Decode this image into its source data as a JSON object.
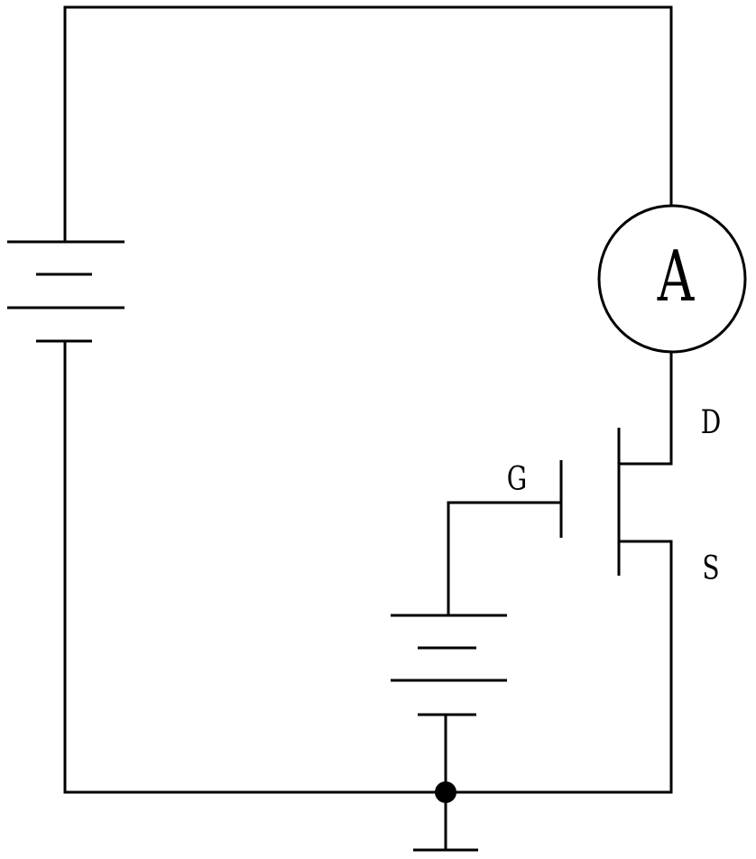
{
  "diagram": {
    "ammeter_label": "A",
    "terminal_drain": "D",
    "terminal_gate": "G",
    "terminal_source": "S"
  },
  "colors": {
    "line": "#000000",
    "background": "#ffffff"
  }
}
